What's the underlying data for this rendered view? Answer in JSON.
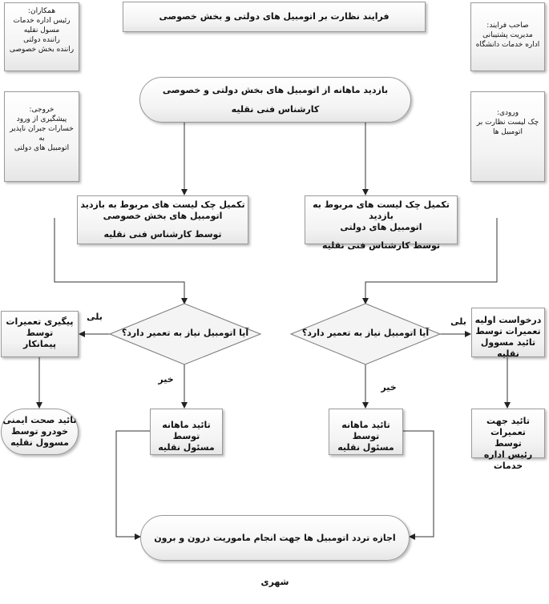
{
  "title": "فرایند نظارت بر اتومبیل های دولتی و بخش خصوصی",
  "partners": {
    "heading": "همکاران:",
    "lines": [
      "رئیس اداره خدمات",
      "مسول نقلیه",
      "راننده دولتی",
      "راننده بخش خصوصی"
    ]
  },
  "owner": {
    "heading": "صاحب فرایند:",
    "lines": [
      "مدیریت پشتیبانی",
      "اداره خدمات دانشگاه"
    ]
  },
  "output": {
    "heading": "خروجی:",
    "lines": [
      "پیشگیری از ورود",
      "خسارات جبران ناپذیر به",
      "اتومبیل های دولتی"
    ]
  },
  "input": {
    "heading": "ورودی:",
    "lines": [
      "چک لیست نظارت بر",
      "اتومبیل ها"
    ]
  },
  "start": {
    "line1": "بازدید ماهانه از اتومبیل های بخش دولتی و خصوصی",
    "line2": "کارشناس فنی نقلیه"
  },
  "left_checklist": {
    "line1": "تکمیل چک لیست های مربوط به بازدید",
    "line2": "اتومبیل های بخش خصوصی",
    "line3": "توسط کارشناس فنی نقلیه"
  },
  "right_checklist": {
    "line1": "تکمیل چک لیست های مربوط به بازدید",
    "line2": "اتومبیل های دولتی",
    "line3": "توسط کارشناس فنی نقلیه"
  },
  "decision_left": "آیا اتومبیل نیاز به تعمیر دارد؟",
  "decision_right": "آیا اتومبیل نیاز به تعمیر دارد؟",
  "yes_label": "بلی",
  "no_label": "خیر",
  "left_followup": {
    "line1": "پیگیری تعمیرات",
    "line2": "توسط",
    "line3": "پیمانکار"
  },
  "left_safety": {
    "line1": "تائید صحت ایمنی",
    "line2": "خودرو توسط",
    "line3": "مسوول نقلیه"
  },
  "left_monthly": {
    "line1": "تائید ماهانه توسط",
    "line2": "مسئول نقلیه"
  },
  "right_monthly": {
    "line1": "تائید ماهانه توسط",
    "line2": "مسئول نقلیه"
  },
  "right_request": {
    "line1": "درخواست اولیه",
    "line2": "تعمیرات توسط",
    "line3": "تائید مسوول نقلیه"
  },
  "right_approve": {
    "line1": "تائید جهت تعمیرات",
    "line2": "توسط",
    "line3": "رئیس اداره خدمات"
  },
  "end": "اجازه تردد اتومبیل ها جهت انجام ماموریت درون و برون شهری"
}
